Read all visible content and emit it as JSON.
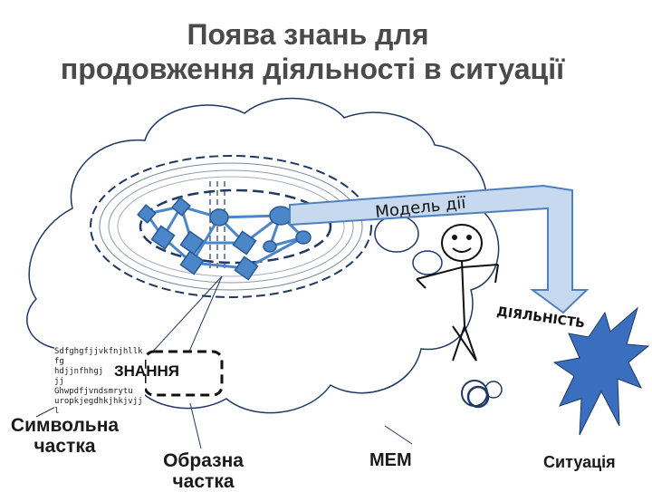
{
  "title": {
    "line1": "Поява знань для",
    "line2": "продовження діяльності в ситуації"
  },
  "labels": {
    "model": "Модель дії",
    "activity": "ДІЯЛЬНІСТЬ",
    "knowledge": "ЗНАННЯ",
    "symbolic": "Символьна частка",
    "figurative": "Образна частка",
    "mem": "МЕМ",
    "situation": "Ситуація"
  },
  "textbox": {
    "line1": "Sdfghgfjjvkfnjhllkfg",
    "line2": "hdjjnfhhgj",
    "line3": "jj",
    "line4": "Ghwpdfjvndsmrytu",
    "line5": "uropkjegdhkjhkjvjjl"
  },
  "colors": {
    "node_fill": "#4a86c8",
    "node_stroke": "#2a5a95",
    "arrow_fill": "#c6d9ef",
    "arrow_stroke": "#4f81bd",
    "burst_fill": "#3a6fc0"
  }
}
